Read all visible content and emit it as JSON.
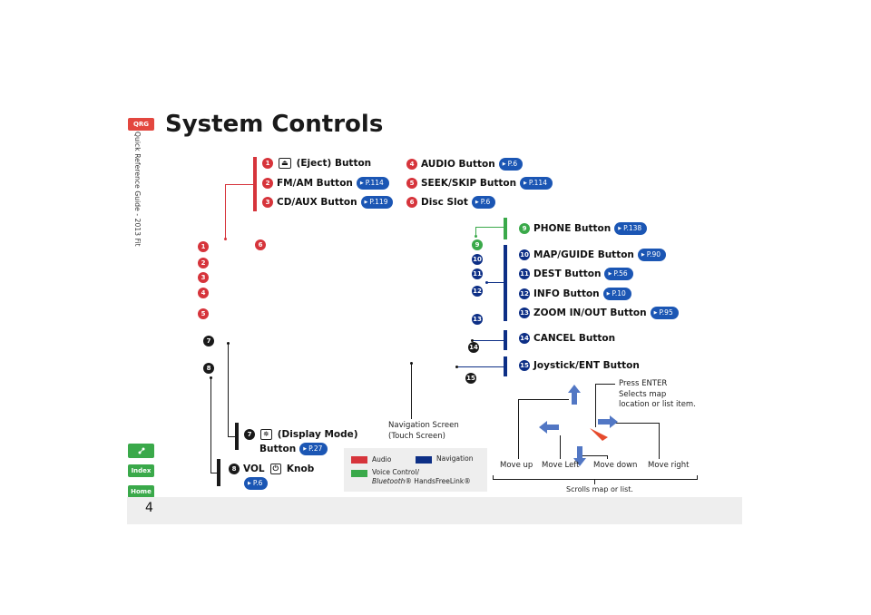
{
  "page": {
    "title": "System Controls",
    "number": "4"
  },
  "side_nav": {
    "vertical_title": "Quick Reference Guide - 2013 Fit",
    "qrg_label": "QRG",
    "index_label": "Index",
    "home_label": "Home",
    "toc_icon": "toc-icon"
  },
  "callouts": [
    {
      "num": "1",
      "pre": "",
      "icon": "eject-icon",
      "glyph": "⏏",
      "label": "(Eject) Button",
      "ref": ""
    },
    {
      "num": "2",
      "pre": "",
      "label": "FM/AM Button",
      "ref": "P.114"
    },
    {
      "num": "3",
      "pre": "",
      "label": "CD/AUX Button",
      "ref": "P.119"
    },
    {
      "num": "4",
      "pre": "",
      "label": "AUDIO Button",
      "ref": "P.6"
    },
    {
      "num": "5",
      "pre": "",
      "label": "SEEK/SKIP Button",
      "ref": "P.114"
    },
    {
      "num": "6",
      "pre": "",
      "label": "Disc Slot",
      "ref": "P.6"
    },
    {
      "num": "7",
      "icon": "display-mode-icon",
      "glyph": "✵",
      "label": "(Display Mode)",
      "label2": "Button",
      "ref": "P.27"
    },
    {
      "num": "8",
      "label": "VOL",
      "icon": "power-icon",
      "glyph": "⏻",
      "label_after": "Knob",
      "ref": "P.6"
    },
    {
      "num": "9",
      "label": "PHONE Button",
      "ref": "P.138"
    },
    {
      "num": "10",
      "label": "MAP/GUIDE Button",
      "ref": "P.90"
    },
    {
      "num": "11",
      "label": "DEST Button",
      "ref": "P.56"
    },
    {
      "num": "12",
      "label": "INFO Button",
      "ref": "P.10"
    },
    {
      "num": "13",
      "label": "ZOOM IN/OUT Button",
      "ref": "P.95"
    },
    {
      "num": "14",
      "label": "CANCEL Button",
      "ref": ""
    },
    {
      "num": "15",
      "label": "Joystick/ENT Button",
      "ref": ""
    }
  ],
  "nav_screen_label": "Navigation Screen\n(Touch Screen)",
  "joystick": {
    "press_enter_title": "Press ENTER",
    "press_enter_desc": "Selects map location or list item.",
    "move_up": "Move up",
    "move_left": "Move Left",
    "move_down": "Move down",
    "move_right": "Move right",
    "scrolls": "Scrolls map or list."
  },
  "legend": {
    "audio": "Audio",
    "navigation": "Navigation",
    "voice_line1": "Voice Control/",
    "voice_line2_italic": "Bluetooth",
    "voice_line2_rest": "® HandsFreeLink®"
  },
  "colors": {
    "audio": "#d6343b",
    "navigation": "#0d2f86",
    "voice": "#3aa94a",
    "ref_badge": "#1b56b4",
    "qrg_tab": "#e3473f",
    "nav_tabs": "#3aa94a"
  }
}
